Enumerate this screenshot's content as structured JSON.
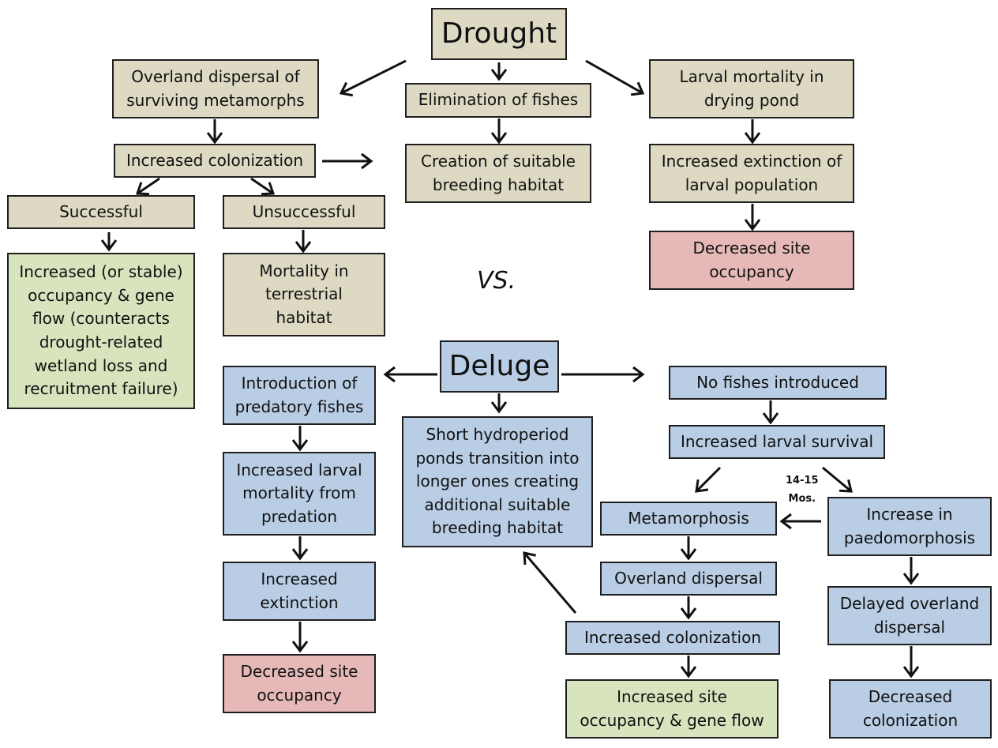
{
  "drought": {
    "title": "Drought",
    "overland_dispersal": [
      "Overland dispersal of",
      "surviving metamorphs"
    ],
    "elimination_fishes": [
      "Elimination of fishes"
    ],
    "larval_mortality": [
      "Larval mortality in",
      "drying pond"
    ],
    "increased_colonization": [
      "Increased colonization"
    ],
    "creation_habitat": [
      "Creation of suitable",
      "breeding habitat"
    ],
    "increased_extinction": [
      "Increased extinction of",
      "larval population"
    ],
    "successful": [
      "Successful"
    ],
    "unsuccessful": [
      "Unsuccessful"
    ],
    "decreased_occupancy": [
      "Decreased site",
      "occupancy"
    ],
    "increased_occupancy": [
      "Increased (or stable)",
      "occupancy & gene",
      "flow (counteracts",
      "drought-related",
      "wetland loss and",
      "recruitment failure)"
    ],
    "terrestrial_mortality": [
      "Mortality in",
      "terrestrial",
      "habitat"
    ]
  },
  "vs_label": "VS.",
  "deluge": {
    "title": "Deluge",
    "predatory_fishes": [
      "Introduction of",
      "predatory fishes"
    ],
    "no_fishes": [
      "No fishes introduced"
    ],
    "short_hydroperiod": [
      "Short hydroperiod",
      "ponds transition into",
      "longer ones creating",
      "additional suitable",
      "breeding habitat"
    ],
    "increased_larval_survival": [
      "Increased larval survival"
    ],
    "larval_mortality_predation": [
      "Increased larval",
      "mortality from",
      "predation"
    ],
    "metamorphosis": [
      "Metamorphosis"
    ],
    "paedomorphosis": [
      "Increase in",
      "paedomorphosis"
    ],
    "overland_dispersal": [
      "Overland dispersal"
    ],
    "increased_extinction": [
      "Increased",
      "extinction"
    ],
    "delayed_dispersal": [
      "Delayed overland",
      "dispersal"
    ],
    "increased_colonization": [
      "Increased colonization"
    ],
    "decreased_occupancy": [
      "Decreased site",
      "occupancy"
    ],
    "increased_occupancy": [
      "Increased site",
      "occupancy & gene flow"
    ],
    "decreased_colonization": [
      "Decreased",
      "colonization"
    ]
  },
  "time_note": [
    "14-15",
    "Mos."
  ]
}
